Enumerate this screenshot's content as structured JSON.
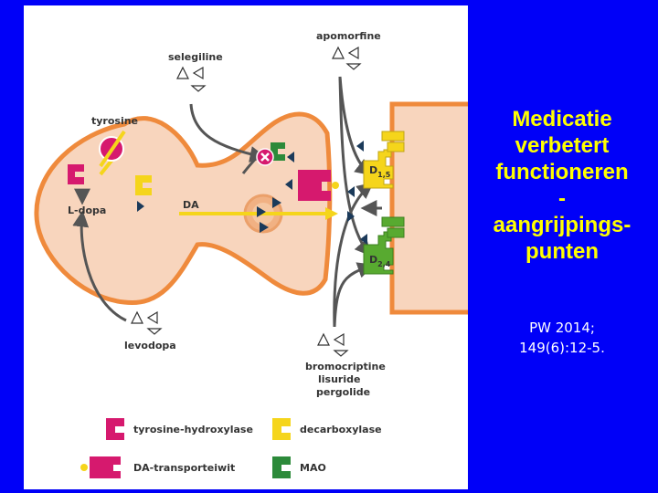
{
  "labels": {
    "selegiline": "selegiline",
    "apomorfine": "apomorfine",
    "tyrosine": "tyrosine",
    "ldopa": "L-dopa",
    "da": "DA",
    "d15_main": "D",
    "d15_sub": "1,5",
    "d24_main": "D",
    "d24_sub": "2,4",
    "levodopa": "levodopa",
    "bromocriptine": "bromocriptine",
    "lisuride": "lisuride",
    "pergolide": "pergolide"
  },
  "legend": {
    "tyrosine_hydroxylase": "tyrosine-hydroxylase",
    "decarboxylase": "decarboxylase",
    "da_transporter": "DA-transporteiwit",
    "mao": "MAO"
  },
  "title_lines": [
    "Medicatie",
    "verbetert",
    "functioneren",
    "-",
    "aangrijpings-",
    "punten"
  ],
  "reference_lines": [
    "PW 2014;",
    "149(6):12-5."
  ],
  "colors": {
    "background": "#0000f8",
    "title": "#ffff00",
    "reference": "#ffffff",
    "neuron_fill": "#f8d5bd",
    "neuron_stroke": "#ef8a3c",
    "tyrosine_hydroxylase": "#d6196e",
    "decarboxylase": "#f5d51b",
    "mao": "#2c8a3a",
    "receptor_d15": "#f5d51b",
    "receptor_d24": "#58aa30"
  }
}
